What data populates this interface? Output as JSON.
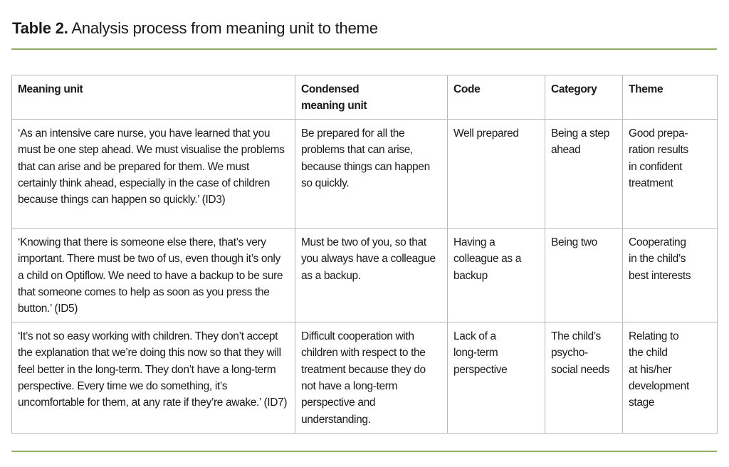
{
  "document": {
    "title_label": "Table 2.",
    "title_text": " Analysis process from meaning unit to theme",
    "accent_color": "#8fae5f"
  },
  "table": {
    "headers": [
      "Meaning unit",
      "Condensed\nmeaning unit",
      "Code",
      "Category",
      "Theme"
    ],
    "rows": [
      {
        "meaning_unit": "‘As an intensive care nurse, you have learned that you must be one step ahead. We must visualise the problems that can arise and be prepared for them. We must certainly think ahead, especially in the case of children because things can happen so quickly.’ (ID3)",
        "condensed": "Be prepared for all the problems that can arise, because things can happen so quickly.",
        "code": "Well prepared",
        "category": "Being a step ahead",
        "theme": "Good prepa-\nration results\nin confident\ntreatment"
      },
      {
        "meaning_unit": "‘Knowing that there is someone else there, that’s very important. There must be two of us, even though it’s only a child on Optiflow. We need to have a backup to be sure that someone comes to help as soon as you press the button.’ (ID5)",
        "condensed": "Must be two of you, so that you always have a colleague as a backup.",
        "code": "Having a\ncolleague as a\nbackup",
        "category": "Being two",
        "theme": "Cooperating\nin the child’s\nbest interests"
      },
      {
        "meaning_unit": "‘It’s not so easy working with children. They don’t accept the explanation that we’re doing this now so that they will feel better in the long-term. They don’t have a long-term perspective. Every time we do something, it’s uncomfortable for them, at any rate if they’re awake.’ (ID7)",
        "condensed": "Difficult cooperation with children with respect to the treatment because they do not have a long-term perspective and understanding.",
        "code": "Lack of a\nlong-term\nperspective",
        "category": "The child’s\npsycho-\nsocial needs",
        "theme": "Relating to\nthe child\nat his/her\ndevelopment\nstage"
      }
    ]
  }
}
